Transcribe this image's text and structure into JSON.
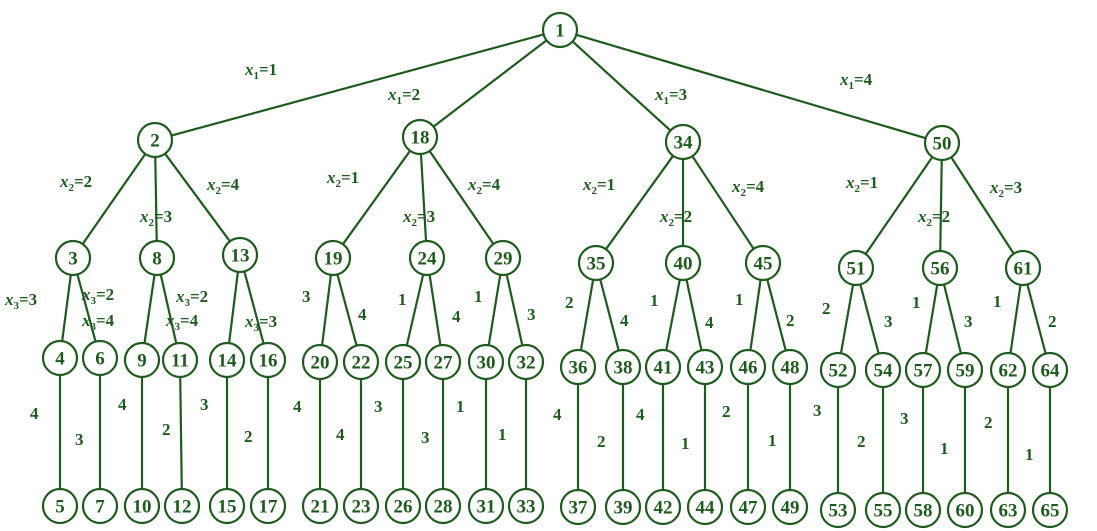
{
  "diagram": {
    "type": "tree",
    "colors": {
      "line": "#1f5a1f",
      "text": "#1f5a1f",
      "node_fill": "#ffffff"
    },
    "nodes": [
      "1",
      "2",
      "18",
      "34",
      "50",
      "3",
      "8",
      "13",
      "19",
      "24",
      "29",
      "35",
      "40",
      "45",
      "51",
      "56",
      "61",
      "4",
      "6",
      "9",
      "11",
      "14",
      "16",
      "20",
      "22",
      "25",
      "27",
      "30",
      "32",
      "36",
      "38",
      "41",
      "43",
      "46",
      "48",
      "52",
      "54",
      "57",
      "59",
      "62",
      "64",
      "5",
      "7",
      "10",
      "12",
      "15",
      "17",
      "21",
      "23",
      "26",
      "28",
      "31",
      "33",
      "37",
      "39",
      "42",
      "44",
      "47",
      "49",
      "53",
      "55",
      "58",
      "60",
      "63",
      "65"
    ],
    "edges": [
      {
        "from": "1",
        "to": "2",
        "label": "x1=1"
      },
      {
        "from": "1",
        "to": "18",
        "label": "x1=2"
      },
      {
        "from": "1",
        "to": "34",
        "label": "x1=3"
      },
      {
        "from": "1",
        "to": "50",
        "label": "x1=4"
      },
      {
        "from": "2",
        "to": "3",
        "label": "x2=2"
      },
      {
        "from": "2",
        "to": "8",
        "label": "x2=3"
      },
      {
        "from": "2",
        "to": "13",
        "label": "x2=4"
      },
      {
        "from": "18",
        "to": "19",
        "label": "x2=1"
      },
      {
        "from": "18",
        "to": "24",
        "label": "x2=3"
      },
      {
        "from": "18",
        "to": "29",
        "label": "x2=4"
      },
      {
        "from": "34",
        "to": "35",
        "label": "x2=1"
      },
      {
        "from": "34",
        "to": "40",
        "label": "x2=2"
      },
      {
        "from": "34",
        "to": "45",
        "label": "x2=4"
      },
      {
        "from": "50",
        "to": "51",
        "label": "x2=1"
      },
      {
        "from": "50",
        "to": "56",
        "label": "x2=2"
      },
      {
        "from": "50",
        "to": "61",
        "label": "x2=3"
      },
      {
        "from": "3",
        "to": "4",
        "label": "x3=3"
      },
      {
        "from": "3",
        "to": "6",
        "label": "x3=2"
      },
      {
        "from": "8",
        "to": "9",
        "label": "x3=4"
      },
      {
        "from": "8",
        "to": "11",
        "label": "x3=2"
      },
      {
        "from": "13",
        "to": "14",
        "label": "x3=4"
      },
      {
        "from": "13",
        "to": "16",
        "label": "x3=3"
      },
      {
        "from": "19",
        "to": "20",
        "label": "3"
      },
      {
        "from": "19",
        "to": "22",
        "label": "4"
      },
      {
        "from": "24",
        "to": "25",
        "label": "1"
      },
      {
        "from": "24",
        "to": "27",
        "label": "4"
      },
      {
        "from": "29",
        "to": "30",
        "label": "1"
      },
      {
        "from": "29",
        "to": "32",
        "label": "3"
      },
      {
        "from": "35",
        "to": "36",
        "label": "2"
      },
      {
        "from": "35",
        "to": "38",
        "label": "4"
      },
      {
        "from": "40",
        "to": "41",
        "label": "1"
      },
      {
        "from": "40",
        "to": "43",
        "label": "4"
      },
      {
        "from": "45",
        "to": "46",
        "label": "1"
      },
      {
        "from": "45",
        "to": "48",
        "label": "2"
      },
      {
        "from": "51",
        "to": "52",
        "label": "2"
      },
      {
        "from": "51",
        "to": "54",
        "label": "3"
      },
      {
        "from": "56",
        "to": "57",
        "label": "1"
      },
      {
        "from": "56",
        "to": "59",
        "label": "3"
      },
      {
        "from": "61",
        "to": "62",
        "label": "1"
      },
      {
        "from": "61",
        "to": "64",
        "label": "2"
      },
      {
        "from": "4",
        "to": "5",
        "label": "4"
      },
      {
        "from": "6",
        "to": "7",
        "label": "3"
      },
      {
        "from": "9",
        "to": "10",
        "label": "4"
      },
      {
        "from": "11",
        "to": "12",
        "label": "2"
      },
      {
        "from": "14",
        "to": "15",
        "label": "3"
      },
      {
        "from": "16",
        "to": "17",
        "label": "2"
      },
      {
        "from": "20",
        "to": "21",
        "label": "4"
      },
      {
        "from": "22",
        "to": "23",
        "label": "3"
      },
      {
        "from": "25",
        "to": "26",
        "label": "4"
      },
      {
        "from": "27",
        "to": "28",
        "label": "1"
      },
      {
        "from": "30",
        "to": "31",
        "label": "3"
      },
      {
        "from": "32",
        "to": "33",
        "label": "1"
      },
      {
        "from": "36",
        "to": "37",
        "label": "4"
      },
      {
        "from": "38",
        "to": "39",
        "label": "2"
      },
      {
        "from": "41",
        "to": "42",
        "label": "4"
      },
      {
        "from": "43",
        "to": "44",
        "label": "1"
      },
      {
        "from": "46",
        "to": "47",
        "label": "2"
      },
      {
        "from": "48",
        "to": "49",
        "label": "1"
      },
      {
        "from": "52",
        "to": "53",
        "label": "3"
      },
      {
        "from": "54",
        "to": "55",
        "label": "2"
      },
      {
        "from": "57",
        "to": "58",
        "label": "3"
      },
      {
        "from": "59",
        "to": "60",
        "label": "1"
      },
      {
        "from": "62",
        "to": "63",
        "label": "2"
      },
      {
        "from": "64",
        "to": "65",
        "label": "1"
      }
    ]
  }
}
